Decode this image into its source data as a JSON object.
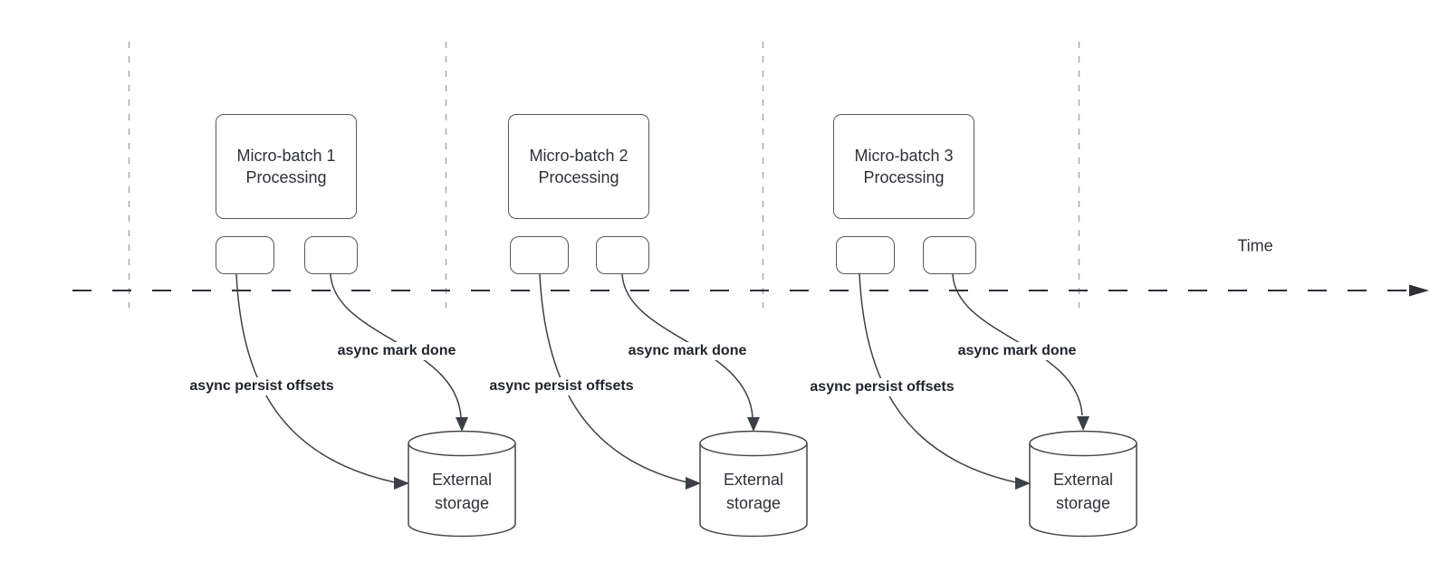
{
  "diagram": {
    "time_label": "Time",
    "groups": [
      {
        "batch_title_line1": "Micro-batch 1",
        "batch_title_line2": "Processing",
        "persist_label": "async persist offsets",
        "mark_done_label": "async mark done",
        "storage_line1": "External",
        "storage_line2": "storage"
      },
      {
        "batch_title_line1": "Micro-batch 2",
        "batch_title_line2": "Processing",
        "persist_label": "async persist offsets",
        "mark_done_label": "async mark done",
        "storage_line1": "External",
        "storage_line2": "storage"
      },
      {
        "batch_title_line1": "Micro-batch 3",
        "batch_title_line2": "Processing",
        "persist_label": "async persist offsets",
        "mark_done_label": "async mark done",
        "storage_line1": "External",
        "storage_line2": "storage"
      }
    ],
    "colors": {
      "shape_stroke": "#55585e",
      "cylinder_stroke": "#44474e",
      "arrow_stroke": "#3b4048",
      "guide_stroke": "#a8a8b0",
      "timeline_stroke": "#2f2f38",
      "text": "#2e3138",
      "label_text": "#20242c",
      "background": "#ffffff"
    }
  }
}
